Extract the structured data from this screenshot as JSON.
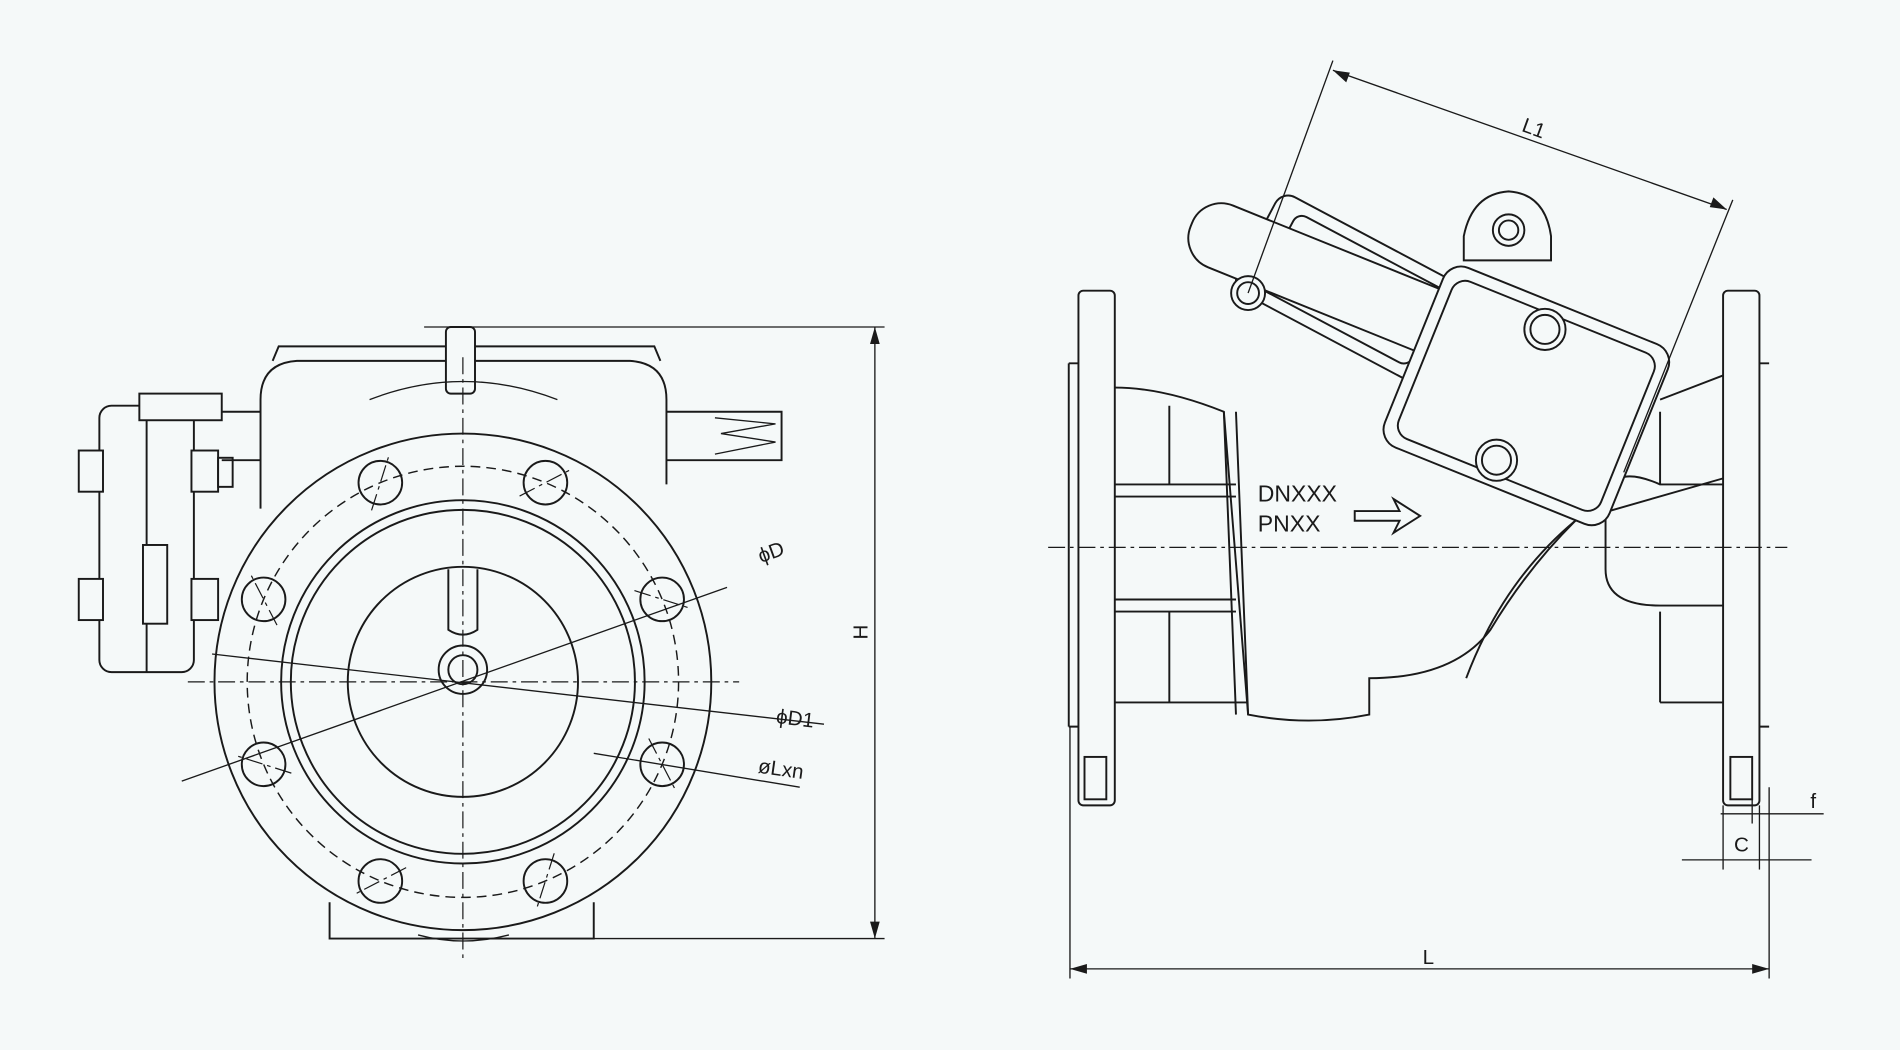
{
  "front_view": {
    "dim_D": "ϕD",
    "dim_D1": "ϕD1",
    "dim_Lxn": "øLxn",
    "dim_H": "H"
  },
  "side_view": {
    "marking_dn": "DNXXX",
    "marking_pn": "PNXX",
    "dim_L1": "L1",
    "dim_L": "L",
    "dim_f": "f",
    "dim_C": "C"
  },
  "colors": {
    "background": "#f5f9f9",
    "line": "#1a1a1a"
  }
}
